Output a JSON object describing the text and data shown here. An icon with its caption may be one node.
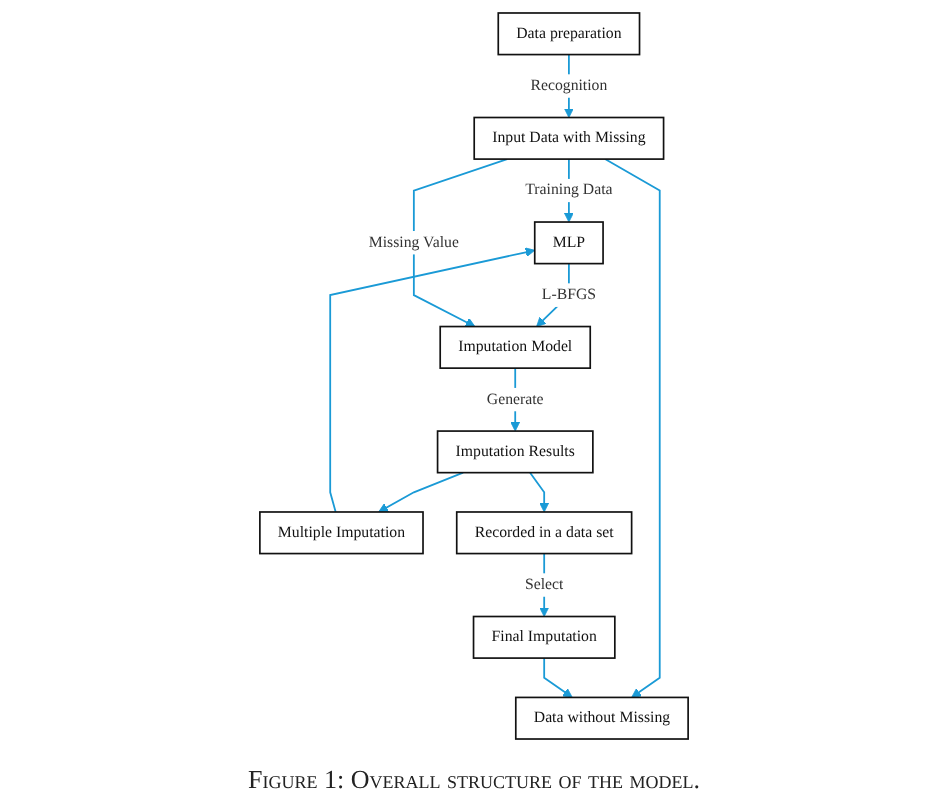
{
  "diagram": {
    "caption": "Figure 1: Overall structure of the model.",
    "nodes": [
      {
        "text": [
          "Data preparation"
        ]
      },
      {
        "text": [
          "Input Data with Missing"
        ]
      },
      {
        "text": [
          "MLP"
        ]
      },
      {
        "text": [
          "Imputation Model"
        ]
      },
      {
        "text": [
          "Multiple Imputation"
        ]
      },
      {
        "text": [
          "Imputation Results"
        ]
      },
      {
        "text": [
          "Recorded in a data set"
        ]
      },
      {
        "text": [
          "Final Imputation"
        ]
      },
      {
        "text": [
          "Data without Missing"
        ]
      }
    ],
    "edges": [
      {
        "from": 0,
        "to": 1,
        "arrow": "to",
        "label": "Recognition"
      },
      {
        "from": 1,
        "to": 2,
        "arrow": "to",
        "label": "Training Data"
      },
      {
        "from": 2,
        "to": 3,
        "arrow": "to",
        "label": "L-BFGS"
      },
      {
        "from": 1,
        "to": 3,
        "arrow": "to",
        "label": "Missing Value"
      },
      {
        "from": 1,
        "to": 8,
        "arrow": "to"
      },
      {
        "from": 3,
        "to": 5,
        "arrow": "to",
        "label": "Generate"
      },
      {
        "from": 5,
        "to": 4,
        "arrow": "to"
      },
      {
        "from": 4,
        "to": 2,
        "arrow": "to"
      },
      {
        "from": 5,
        "to": 6,
        "arrow": "to"
      },
      {
        "from": 6,
        "to": 7,
        "arrow": "to",
        "label": "Select"
      },
      {
        "from": 7,
        "to": 8,
        "arrow": "to"
      }
    ]
  }
}
